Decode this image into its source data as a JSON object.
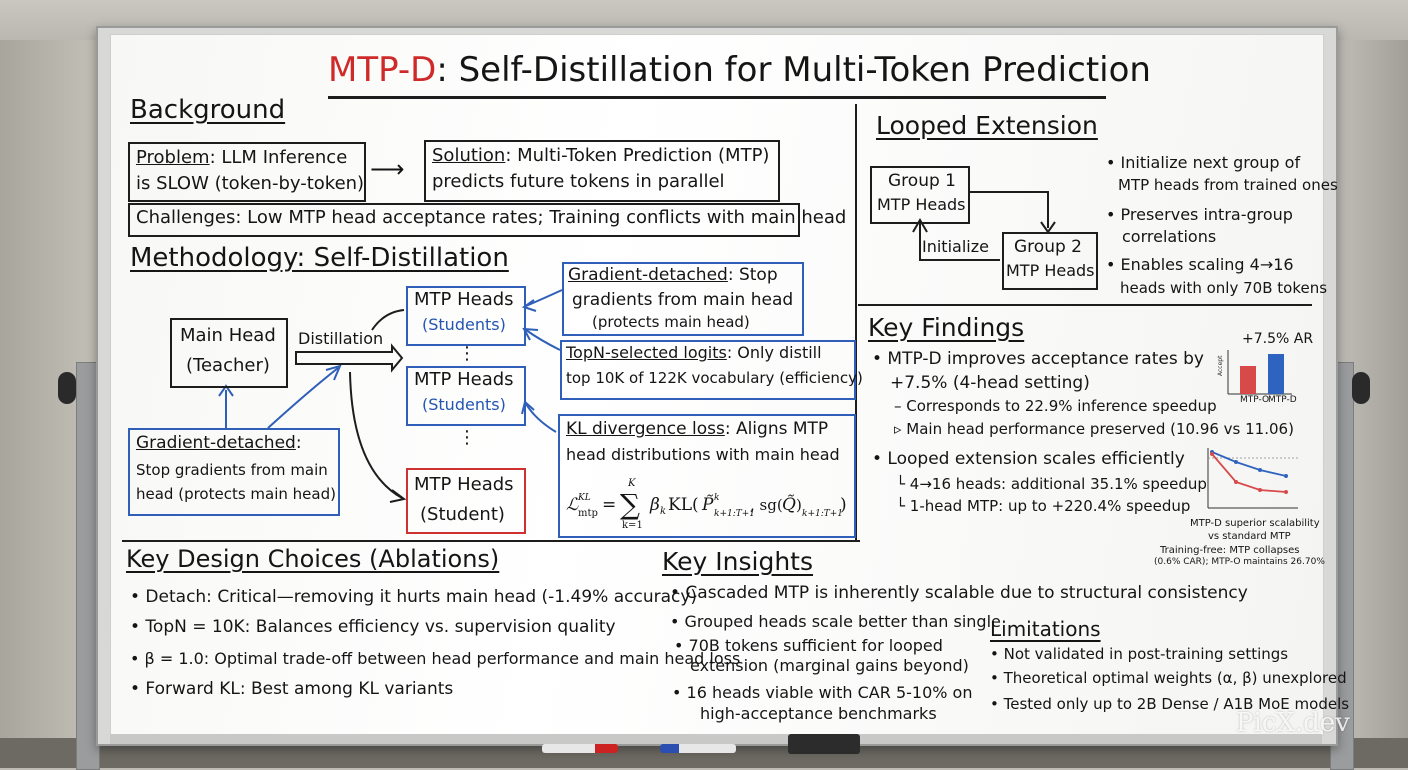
{
  "title": {
    "prefix": "MTP-D",
    "rest": ": Self-Distillation for Multi-Token Prediction"
  },
  "background": {
    "heading": "Background",
    "problem_label": "Problem",
    "problem_text_1": ": LLM Inference",
    "problem_text_2": "is SLOW (token-by-token)",
    "solution_label": "Solution",
    "solution_text_1": ": Multi-Token Prediction (MTP)",
    "solution_text_2": "predicts future tokens in parallel",
    "challenges": "Challenges: Low MTP head acceptance rates; Training conflicts with main head"
  },
  "methodology": {
    "heading": "Methodology: Self-Distillation",
    "main_head_1": "Main Head",
    "main_head_2": "(Teacher)",
    "distillation": "Distillation",
    "mtp_heads": "MTP Heads",
    "students": "(Students)",
    "student": "(Student)",
    "dots": "⋮",
    "grad_left_label": "Gradient-detached",
    "grad_left_colon": ":",
    "grad_left_2": "Stop gradients from main",
    "grad_left_3": "head (protects main head)",
    "grad_right_label": "Gradient-detached",
    "grad_right_1": ": Stop",
    "grad_right_2": "gradients from main head",
    "grad_right_3": "(protects main head)",
    "topn_label": "TopN-selected logits",
    "topn_1": ": Only distill",
    "topn_2": "top 10K of 122K vocabulary (efficiency)",
    "kl_label": "KL divergence loss",
    "kl_1": ": Aligns MTP",
    "kl_2": "head distributions with main head"
  },
  "looped": {
    "heading": "Looped Extension",
    "group1_1": "Group 1",
    "group1_2": "MTP Heads",
    "group2_1": "Group 2",
    "group2_2": "MTP Heads",
    "initialize": "Initialize",
    "b1_1": "• Initialize next group of",
    "b1_2": "MTP heads from trained ones",
    "b2_1": "• Preserves intra-group",
    "b2_2": "correlations",
    "b3_1": "• Enables scaling 4→16",
    "b3_2": "heads with only 70B tokens"
  },
  "findings": {
    "heading": "Key Findings",
    "f1_1": "• MTP-D improves acceptance rates by",
    "f1_2": "+7.5% (4-head setting)",
    "f1_3": "– Corresponds to 22.9% inference speedup",
    "f1_4": "▹ Main head performance preserved (10.96 vs 11.06)",
    "f2": "• Looped extension scales efficiently",
    "f2_1": "└ 4→16 heads: additional 35.1% speedup",
    "f2_2": "└ 1-head MTP: up to +220.4% speedup",
    "bar_title": "+7.5% AR",
    "bar_ylabel": "Accept",
    "bar_x1": "MTP-O",
    "bar_x2": "MTP-D",
    "cap1": "MTP-D superior scalability",
    "cap2": "vs standard MTP",
    "cap3": "Training-free: MTP collapses",
    "cap4": "(0.6% CAR); MTP-O maintains 26.70%"
  },
  "design": {
    "heading": "Key Design Choices (Ablations)",
    "d1": "• Detach: Critical—removing it hurts main head (-1.49% accuracy)",
    "d2": "• TopN = 10K: Balances efficiency vs. supervision quality",
    "d3": "• β = 1.0: Optimal trade-off between head performance and main head loss",
    "d4": "• Forward KL: Best among KL variants"
  },
  "insights": {
    "heading": "Key Insights",
    "i1": "• Cascaded MTP is inherently scalable due to structural consistency",
    "i2": "• Grouped heads scale better than single",
    "i3_1": "• 70B tokens sufficient for looped",
    "i3_2": "extension (marginal gains beyond)",
    "i4_1": "• 16 heads viable with CAR 5-10% on",
    "i4_2": "high-acceptance benchmarks"
  },
  "limitations": {
    "heading": "Limitations",
    "l1": "• Not validated in post-training settings",
    "l2": "• Theoretical optimal weights (α, β) unexplored",
    "l3": "• Tested only up to 2B Dense / A1B MoE models"
  },
  "watermark": "PicX.dev",
  "colors": {
    "red": "#cf2a2a",
    "blue": "#2456b0",
    "ink": "#151515",
    "board": "#ffffff"
  }
}
